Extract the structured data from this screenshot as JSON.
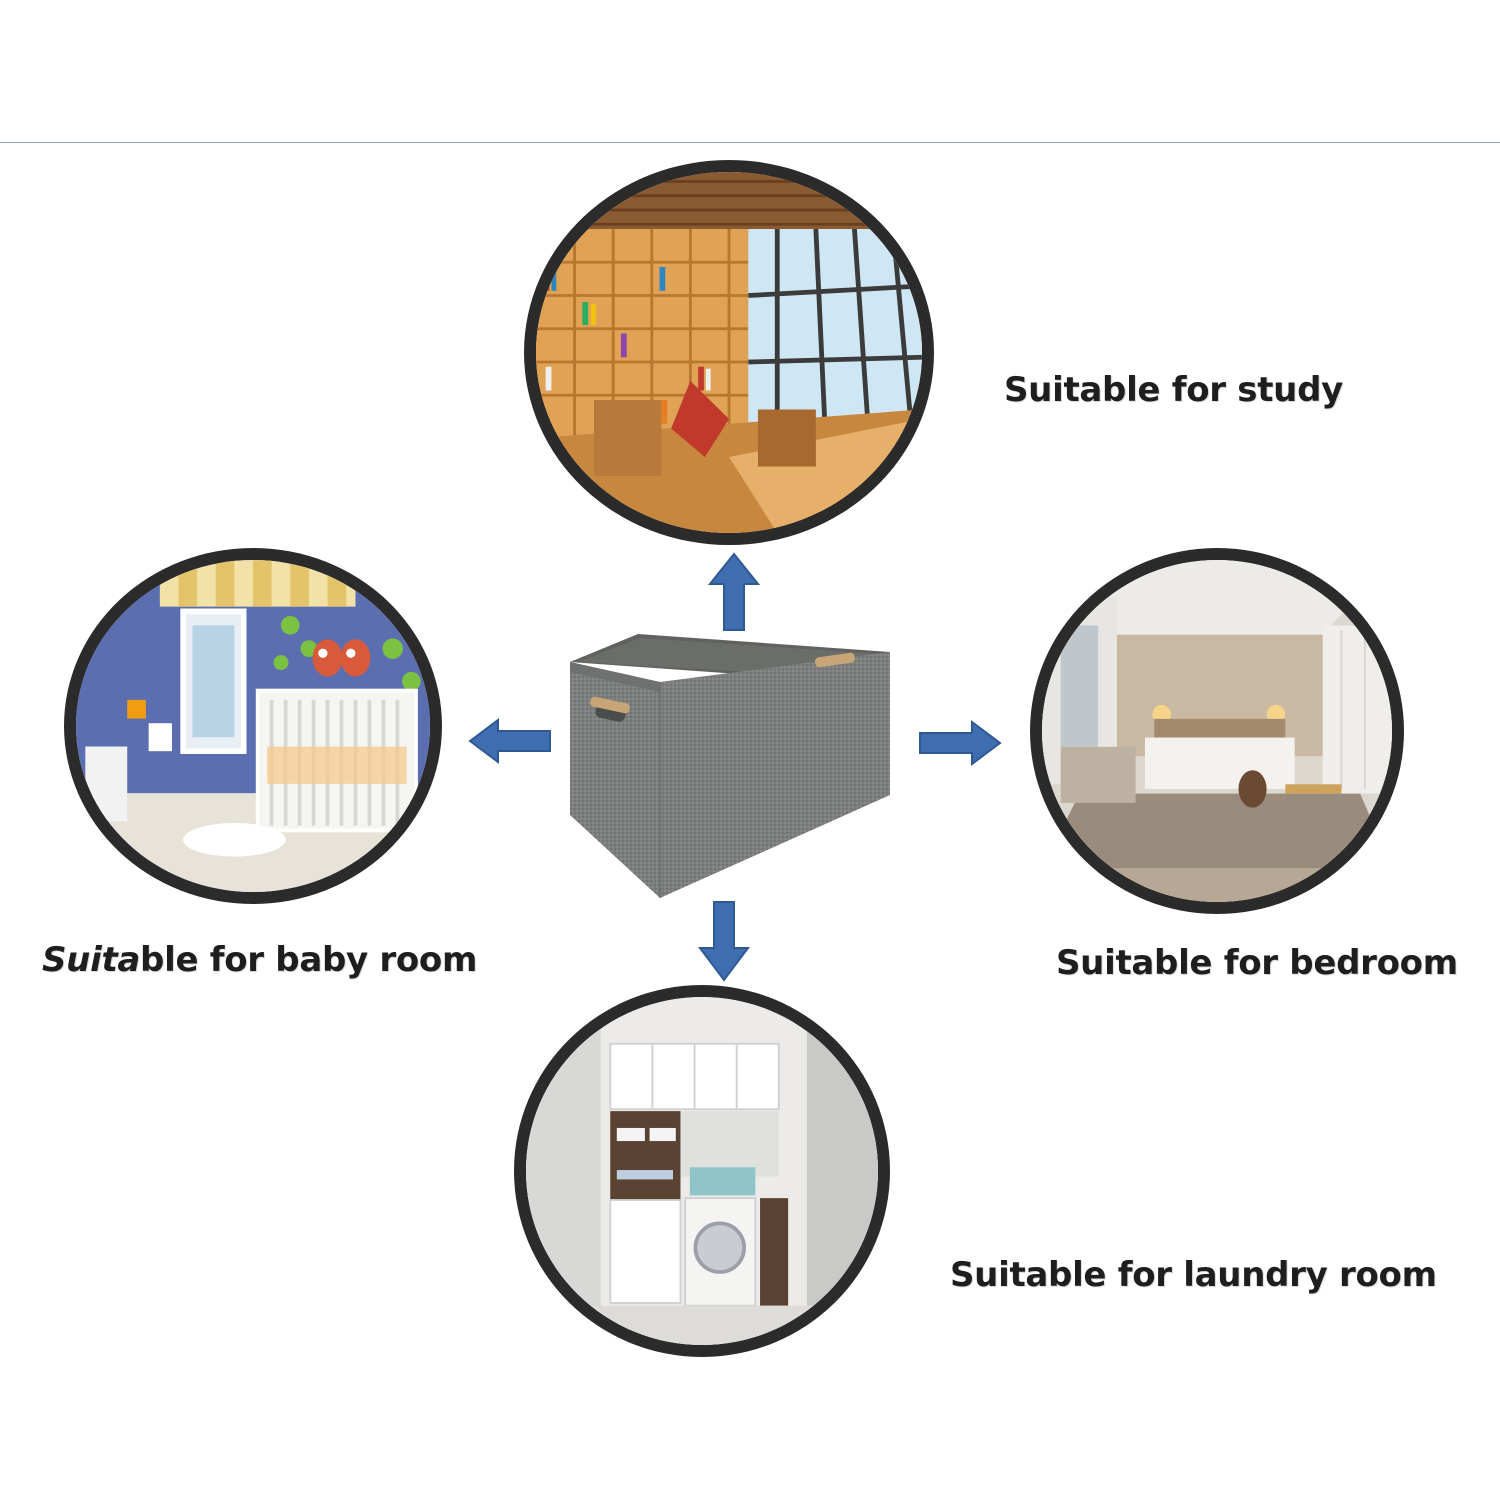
{
  "captions": {
    "study": "Suitable for study",
    "baby_room_italic": "Suita",
    "baby_room_rest": "ble for baby room",
    "bedroom": "Suitable for bedroom",
    "laundry_room": "Suitable for laundry room"
  },
  "colors": {
    "arrow": "#3f6eb0",
    "frame": "#2b2b2b",
    "bin_fabric": "#7c7f7d",
    "handle_wood": "#c7a577"
  },
  "icons": {
    "arrow_up": "arrow-up-icon",
    "arrow_down": "arrow-down-icon",
    "arrow_left": "arrow-left-icon",
    "arrow_right": "arrow-right-icon"
  }
}
